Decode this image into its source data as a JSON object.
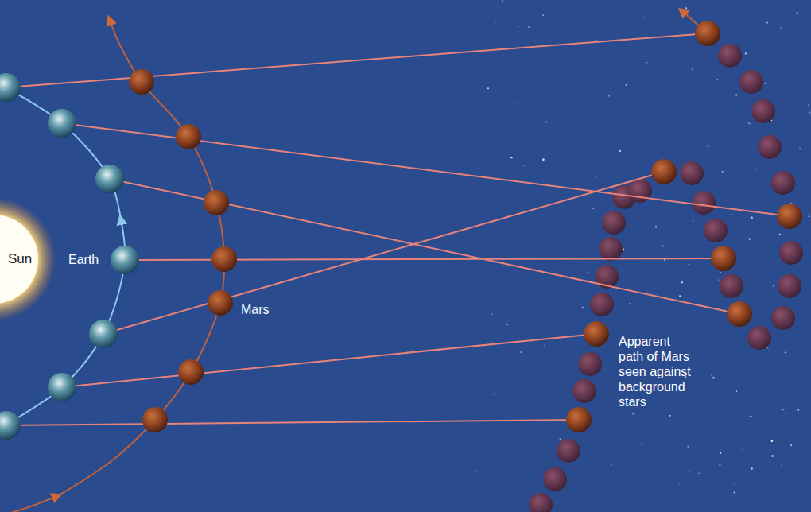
{
  "diagram": {
    "nodes": [
      {
        "text": [
          "Sun"
        ]
      }
    ],
    "labels": [
      "Earth",
      "Mars",
      "Apparent path of Mars seen against background stars"
    ]
  }
}
